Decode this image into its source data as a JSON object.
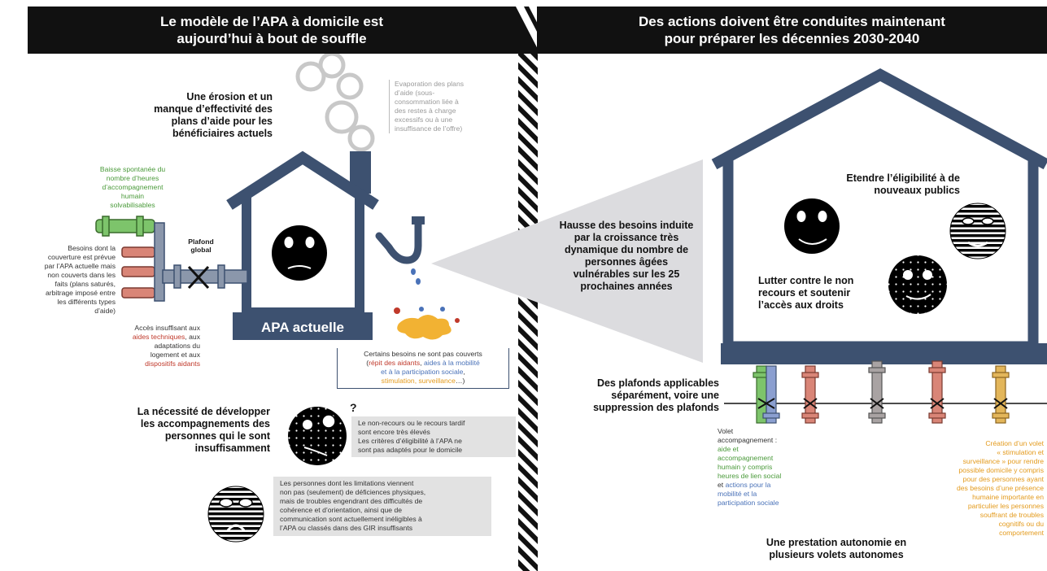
{
  "left_banner": {
    "line1": "Le modèle de l’APA à domicile est",
    "line2": "aujourd’hui à bout de souffle"
  },
  "right_banner": {
    "line1": "Des actions doivent être conduites maintenant",
    "line2": "pour préparer les décennies 2030-2040"
  },
  "left": {
    "erosion_title": [
      "Une érosion et un",
      "manque d’effectivité des",
      "plans d’aide pour les",
      "bénéficiaires actuels"
    ],
    "evaporation_note": [
      "Evaporation des plans",
      "d’aide (sous-",
      "consommation liée à",
      "des restes à charge",
      "excessifs ou à une",
      "insuffisance de l’offre)"
    ],
    "baisse_note": [
      "Baisse spontanée du",
      "nombre d’heures",
      "d’accompagnement",
      "humain",
      "solvabilisables"
    ],
    "besoins_note": [
      "Besoins dont la",
      "couverture est prévue",
      "par l’APA actuelle mais",
      "non couverts dans les",
      "faits (plans saturés,",
      "arbitrage imposé entre",
      "les différents types",
      "d’aide)"
    ],
    "plafond_label": [
      "Plafond",
      "global"
    ],
    "house_label": "APA actuelle",
    "acces_note": {
      "l1": "Accès insuffisant aux",
      "l2a": "aides techniques",
      "l2b": ", aux",
      "l3": "adaptations du",
      "l4a": "logement",
      "l4b": " et aux",
      "l5": "dispositifs aidants"
    },
    "besoins_box": {
      "l1": "Certains besoins ne sont pas couverts",
      "l2a": "(",
      "l2b": "répit des aidants",
      "l2c": ", ",
      "l2d": "aides à la mobilité",
      "l3": "et à la participation sociale",
      "l3b": ",",
      "l4a": "stimulation, surveillance",
      "l4b": "…)"
    },
    "necessite_title": [
      "La nécessité de développer",
      "les accompagnements des",
      "personnes qui le sont",
      "insuffisamment"
    ],
    "question_mark": "?",
    "non_recours_box": [
      "Le non-recours ou le recours tardif",
      "sont encore très élevés",
      "Les critères d’éligibilité à l’APA ne",
      "sont pas adaptés pour le domicile"
    ],
    "limitations_box": [
      "Les personnes dont les limitations viennent",
      "non pas (seulement) de déficiences physiques,",
      "mais de troubles engendrant des difficultés de",
      "cohérence et d’orientation, ainsi que de",
      "communication sont actuellement inéligibles à",
      "l’APA ou classés dans des GIR insuffisants"
    ]
  },
  "right": {
    "hausse_title": [
      "Hausse des besoins induite",
      "par la croissance très",
      "dynamique du nombre de",
      "personnes âgées",
      "vulnérables sur les 25",
      "prochaines années"
    ],
    "etendre_title": [
      "Etendre l’éligibilité à de",
      "nouveaux publics"
    ],
    "lutter_title": [
      "Lutter contre le non",
      "recours et soutenir",
      "l’accès aux droits"
    ],
    "plafonds_title": [
      "Des plafonds applicables",
      "séparément, voire une",
      "suppression des plafonds"
    ],
    "volet_note": {
      "l1": "Volet",
      "l2": "accompagnement :",
      "g1": "aide et",
      "g2": "accompagnement",
      "g3": "humain y compris",
      "g4": "heures de lien social",
      "et": "et ",
      "b1": "actions pour la",
      "b2": "mobilité et la",
      "b3": "participation sociale"
    },
    "creation_note": [
      "Création d’un volet",
      "« stimulation et",
      "surveillance » pour rendre",
      "possible domicile y compris",
      "pour des personnes ayant",
      "des besoins d’une présence",
      "humaine importante en",
      "particulier les personnes",
      "souffrant de troubles",
      "cognitifs ou du",
      "comportement"
    ],
    "prestation_title": [
      "Une prestation autonomie en",
      "plusieurs volets autonomes"
    ]
  },
  "colors": {
    "house_blue": "#3d5170",
    "pipe_green": "#7dc46b",
    "pipe_red": "#d98577",
    "pipe_grey": "#a9a3a3",
    "pipe_yellow": "#e3b65a",
    "pipe_steel": "#8b97ab",
    "text_green": "#4a9a3a",
    "text_blue": "#4a72b8",
    "text_red": "#c0392b",
    "text_orange": "#e39a1c"
  }
}
